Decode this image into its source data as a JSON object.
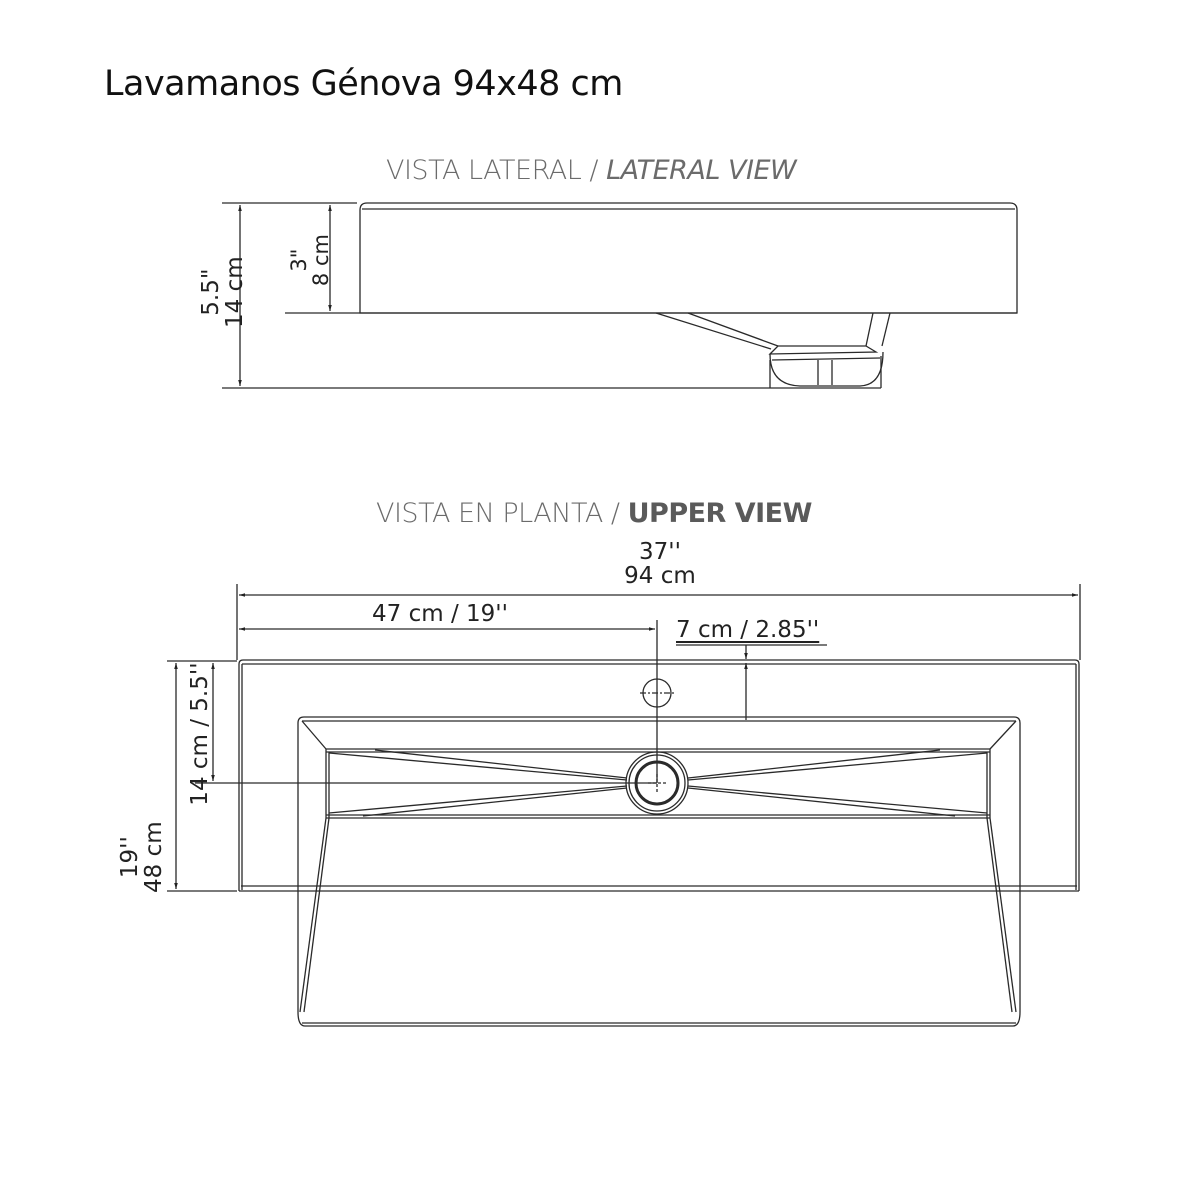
{
  "title": "Lavamanos Génova 94x48 cm",
  "lateral_view": {
    "title_es": "VISTA LATERAL / ",
    "title_en": "LATERAL VIEW",
    "dims": {
      "total_height_in": "5.5\"",
      "total_height_cm": "14 cm",
      "body_height_in": "3\"",
      "body_height_cm": "8 cm"
    }
  },
  "upper_view": {
    "title_es": "VISTA EN PLANTA / ",
    "title_en": "UPPER VIEW",
    "dims": {
      "width_in": "37''",
      "width_cm": "94 cm",
      "half_width": "47 cm / 19''",
      "tap_offset": "7 cm / 2.85''",
      "drain_offset": "14 cm / 5.5''",
      "depth_in": "19''",
      "depth_cm": "48 cm"
    }
  },
  "colors": {
    "line": "#2a2a2a",
    "title_text": "#111111",
    "view_title_text": "#6b6b6b"
  }
}
